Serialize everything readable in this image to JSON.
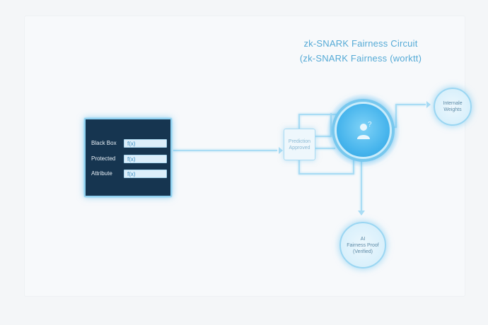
{
  "title": {
    "line1": "zk-SNARK Fairness Circuit",
    "line2": "(zk-SNARK Fairness (worktt)"
  },
  "black_box": {
    "rows": [
      {
        "label": "Black Box",
        "value": "f(x)"
      },
      {
        "label": "Protected",
        "value": "f(x)"
      },
      {
        "label": "Attribute",
        "value": "f(x)"
      }
    ]
  },
  "prediction": {
    "line1": "Prediction",
    "line2": "Approved"
  },
  "hub": {
    "icon": "user-question-icon"
  },
  "weights": {
    "line1": "Internale",
    "line2": "Weights"
  },
  "proof": {
    "line1": "AI",
    "line2": "Fairness Proof",
    "line3": "(Verified)"
  },
  "colors": {
    "accent": "#44b3ec",
    "panel": "#163550",
    "title": "#55aad6",
    "wire": "#a9dcf4"
  }
}
